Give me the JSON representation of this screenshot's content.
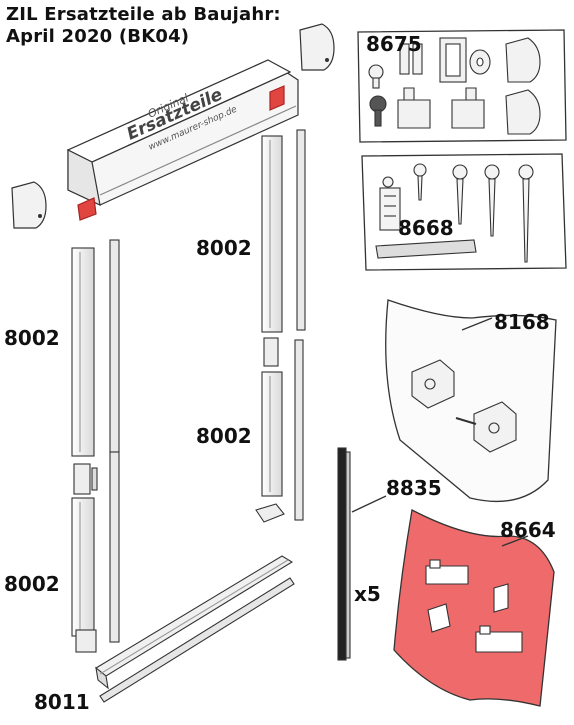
{
  "header": {
    "title_line1": "ZIL Ersatzteile ab Baujahr:",
    "title_line2": "April 2020 (BK04)"
  },
  "cassette": {
    "print_line1": "Original",
    "print_line2": "Ersatzteile",
    "print_line3": "www.maurer-shop.de"
  },
  "labels": {
    "rail_left_top": "8002",
    "rail_left_bottom": "8002",
    "rail_right_top": "8002",
    "rail_right_bottom": "8002",
    "fitting_box": "8675",
    "screw_box": "8668",
    "bag_clear": "8168",
    "seal_strip": "8835",
    "seal_qty": "x5",
    "bag_red": "8664",
    "bottom_rail": "8011"
  },
  "colors": {
    "outline": "#333333",
    "part_fill": "#f2f2f2",
    "bag_red": "#ef6b6b",
    "clip_red": "#e0453f"
  }
}
